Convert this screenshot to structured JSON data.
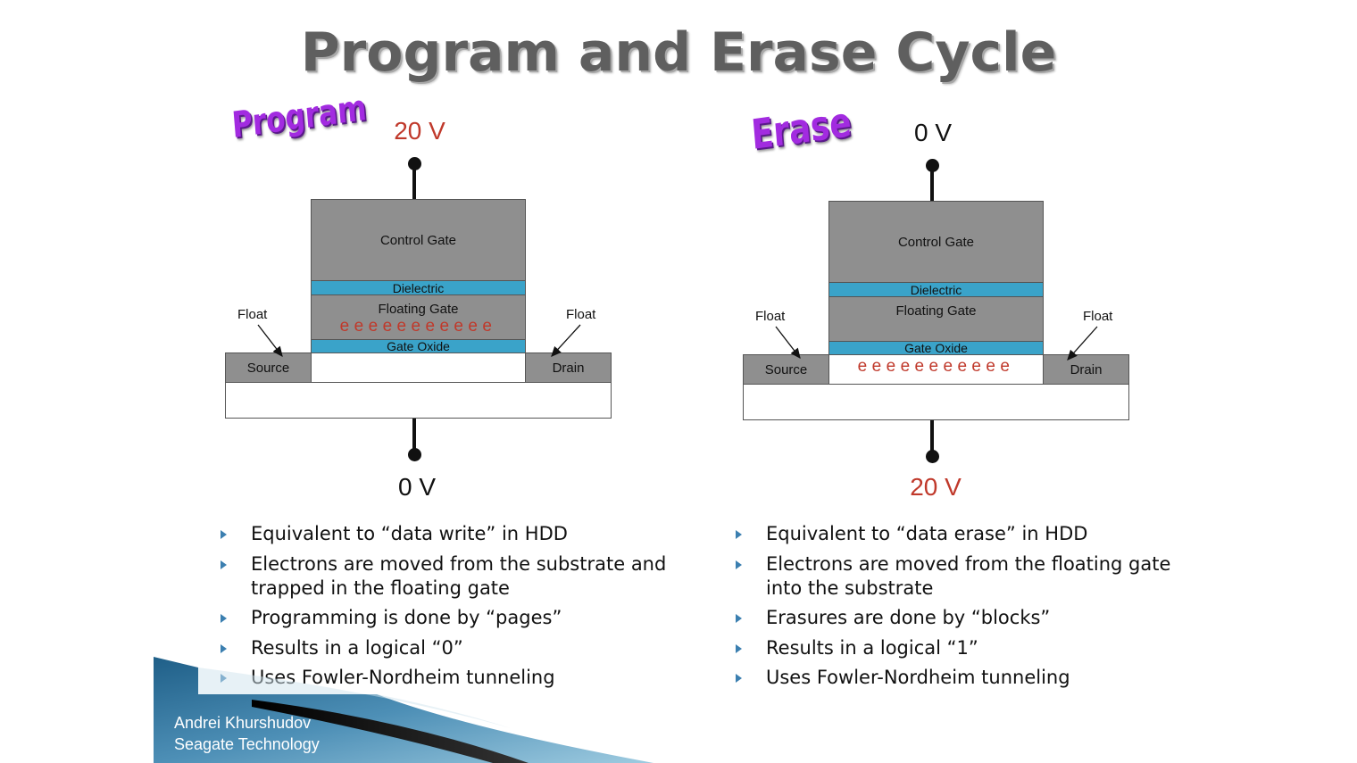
{
  "slide": {
    "title": "Program and Erase Cycle",
    "author_name": "Andrei Khurshudov",
    "author_company": "Seagate Technology"
  },
  "program": {
    "wordart": "Program",
    "top_voltage": "20 V",
    "bottom_voltage": "0 V",
    "control_gate": "Control Gate",
    "dielectric": "Dielectric",
    "floating_gate": "Floating Gate",
    "gate_oxide": "Gate Oxide",
    "electrons": "eeeeeeeeeee",
    "source": "Source",
    "drain": "Drain",
    "float_left": "Float",
    "float_right": "Float",
    "bullets": [
      "Equivalent to “data write” in HDD",
      "Electrons are moved from the substrate and trapped in the floating gate",
      "Programming is done by “pages”",
      "Results in a logical “0”",
      "Uses Fowler-Nordheim tunneling"
    ]
  },
  "erase": {
    "wordart": "Erase",
    "top_voltage": "0 V",
    "bottom_voltage": "20 V",
    "control_gate": "Control Gate",
    "dielectric": "Dielectric",
    "floating_gate": "Floating Gate",
    "gate_oxide": "Gate Oxide",
    "electrons": "eeeeeeeeeee",
    "source": "Source",
    "drain": "Drain",
    "float_left": "Float",
    "float_right": "Float",
    "bullets": [
      "Equivalent to “data erase” in HDD",
      "Electrons are moved from the floating gate into the substrate",
      "Erasures are done by “blocks”",
      "Results in a logical “1”",
      "Uses Fowler-Nordheim tunneling"
    ]
  },
  "colors": {
    "oxide_blue": "#3aa3c9",
    "gate_gray": "#8f8f8f",
    "voltage_red": "#c0392b",
    "wordart_purple": "#a22be0"
  }
}
